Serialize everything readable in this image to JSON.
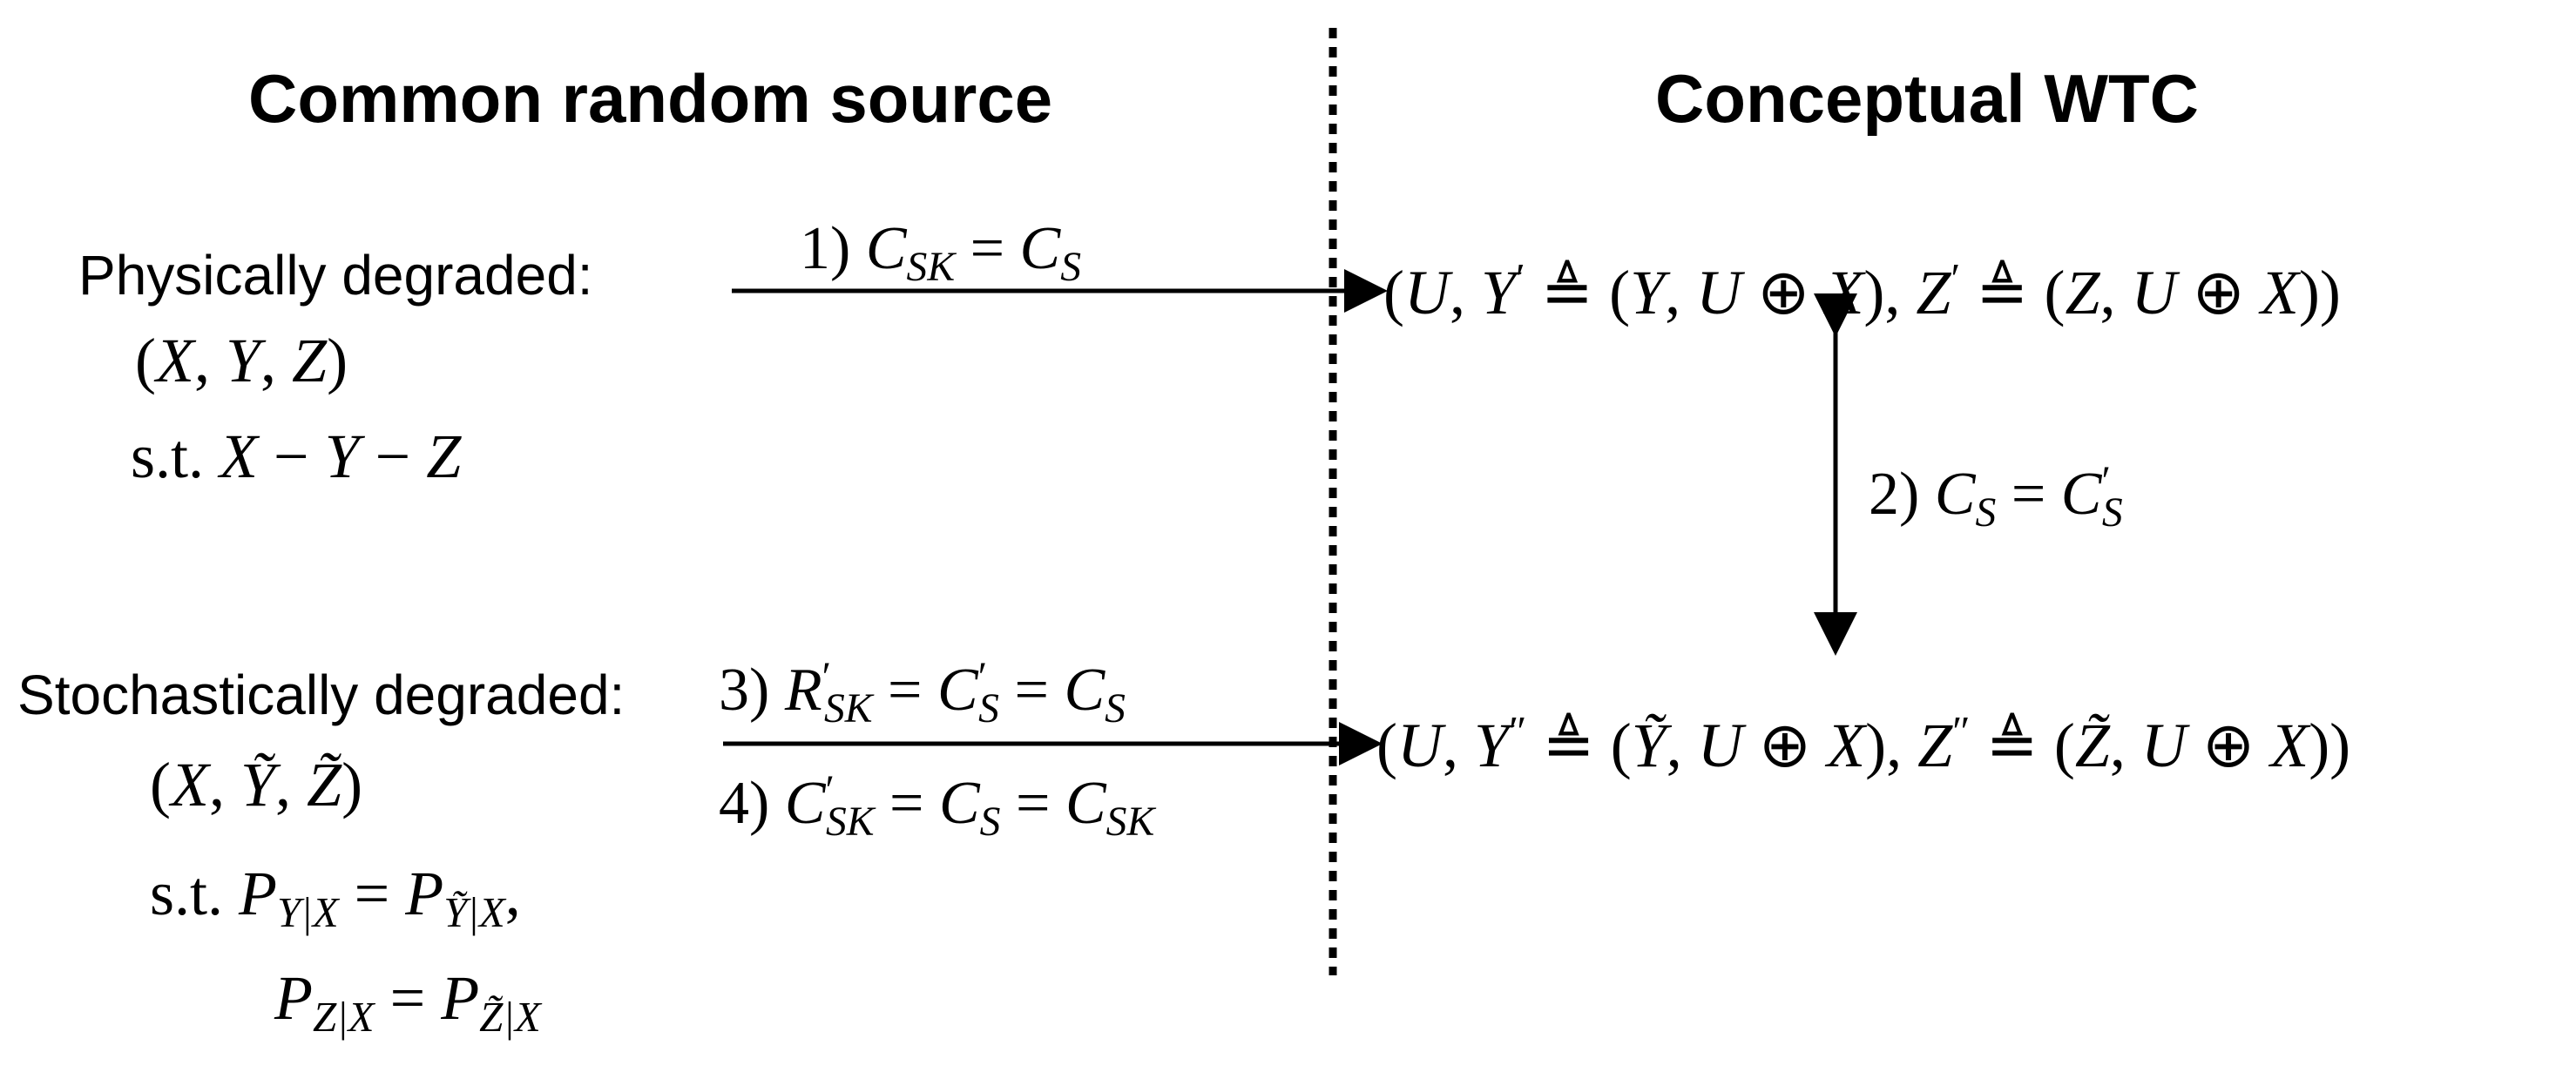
{
  "left_column": {
    "heading": "Common random source",
    "physical": {
      "label": "Physically degraded:",
      "tuple": "(X, Y, Z)",
      "constraint": "s.t. X − Y − Z"
    },
    "stochastic": {
      "label": "Stochastically degraded:",
      "tuple": "(X, Ỹ, Z̃)",
      "constraint_1": "s.t. P_{Y|X} = P_{Ỹ|X},",
      "constraint_2": "P_{Z|X} = P_{Z̃|X}"
    }
  },
  "right_column": {
    "heading": "Conceptual WTC",
    "top_expr": "(U, Y′ ≜ (Y, U ⊕ X), Z′ ≜ (Z, U ⊕ X))",
    "bottom_expr": "(U, Y″ ≜ (Ỹ, U ⊕ X), Z″ ≜ (Z̃, U ⊕ X))"
  },
  "arrows": {
    "arrow_1": "1) C_SK = C_S",
    "arrow_2": "2) C_S = C′_S",
    "arrow_3": "3) R′_SK = C′_S = C_S",
    "arrow_4": "4) C′_SK = C_S = C_SK"
  },
  "divider": {
    "style": "dotted"
  }
}
